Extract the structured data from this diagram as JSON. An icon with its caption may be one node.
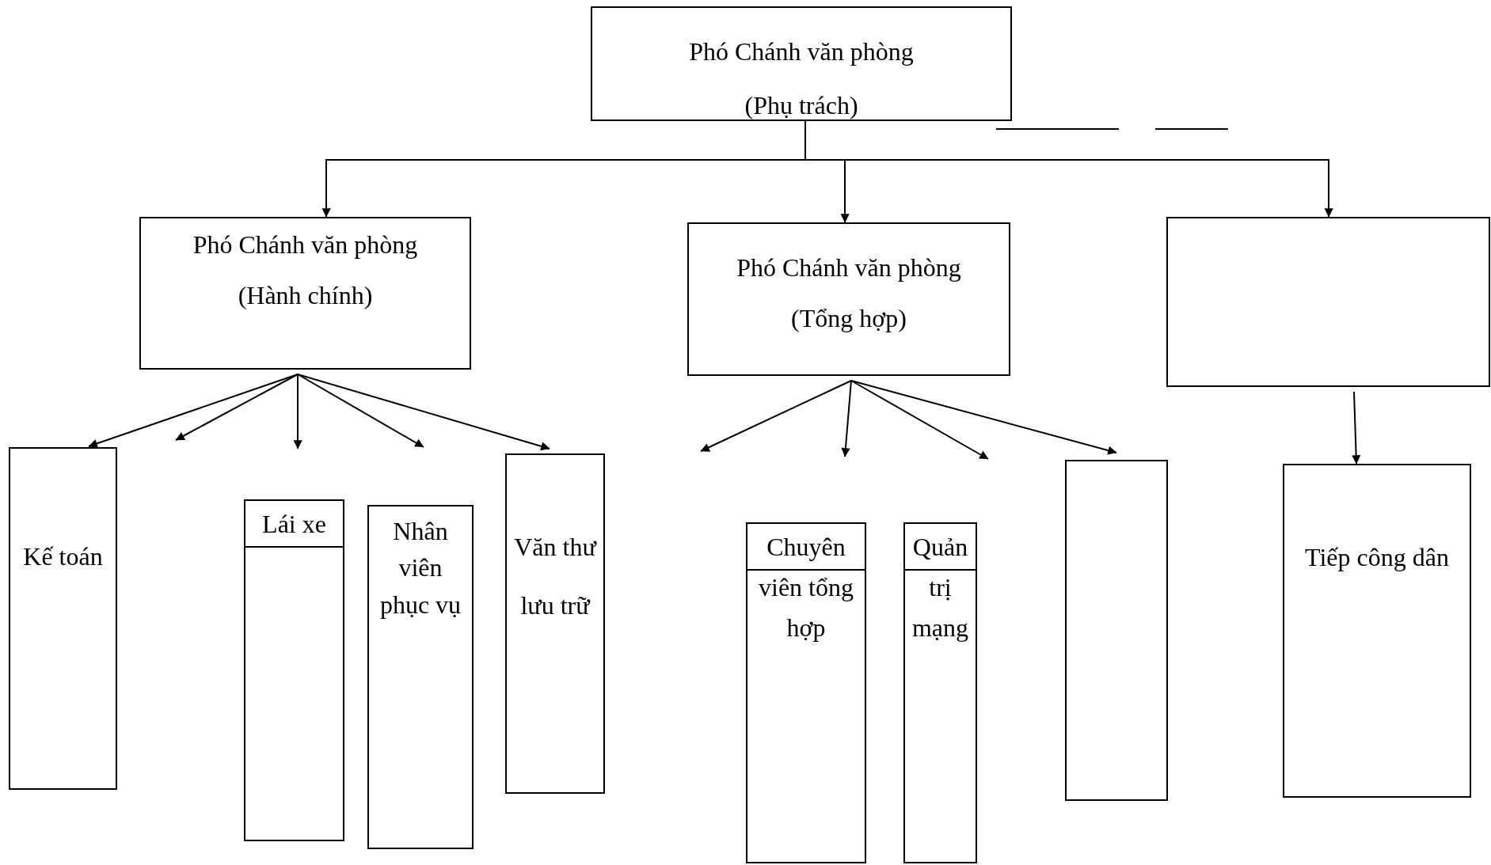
{
  "diagram": {
    "nodes": [
      {
        "text": [
          "Phó Chánh văn phòng",
          "(Phụ trách)"
        ]
      },
      {
        "text": [
          "Phó Chánh văn phòng",
          "(Hành chính)"
        ]
      },
      {
        "text": [
          "Phó Chánh văn phòng",
          "(Tổng hợp)"
        ]
      },
      {
        "text": [],
        "shape": "box"
      },
      {
        "text": [
          "Kế toán"
        ]
      },
      {
        "text": [
          "Lái xe"
        ]
      },
      {
        "text": [
          "Nhân viên phục vụ"
        ]
      },
      {
        "text": [
          "Văn thư lưu trữ"
        ]
      },
      {
        "text": [
          "Chuyên viên tổng hợp"
        ]
      },
      {
        "text": [
          "Quản trị mạng"
        ]
      },
      {
        "text": [],
        "shape": "box"
      },
      {
        "text": [
          "Tiếp công dân"
        ]
      }
    ],
    "edges": [
      {
        "from": 0,
        "to": 1,
        "arrow": "to"
      },
      {
        "from": 0,
        "to": 2,
        "arrow": "to"
      },
      {
        "from": 0,
        "to": 3,
        "arrow": "to"
      },
      {
        "from": 1,
        "to": 4,
        "arrow": "to"
      },
      {
        "from": 1,
        "to": null,
        "arrow": "to"
      },
      {
        "from": 1,
        "to": 5,
        "arrow": "to"
      },
      {
        "from": 1,
        "to": 6,
        "arrow": "to"
      },
      {
        "from": 1,
        "to": 7,
        "arrow": "to"
      },
      {
        "from": 2,
        "to": null,
        "arrow": "to"
      },
      {
        "from": 2,
        "to": 8,
        "arrow": "to"
      },
      {
        "from": 2,
        "to": 9,
        "arrow": "to"
      },
      {
        "from": 2,
        "to": 10,
        "arrow": "to"
      },
      {
        "from": 3,
        "to": 11,
        "arrow": "to"
      }
    ]
  }
}
